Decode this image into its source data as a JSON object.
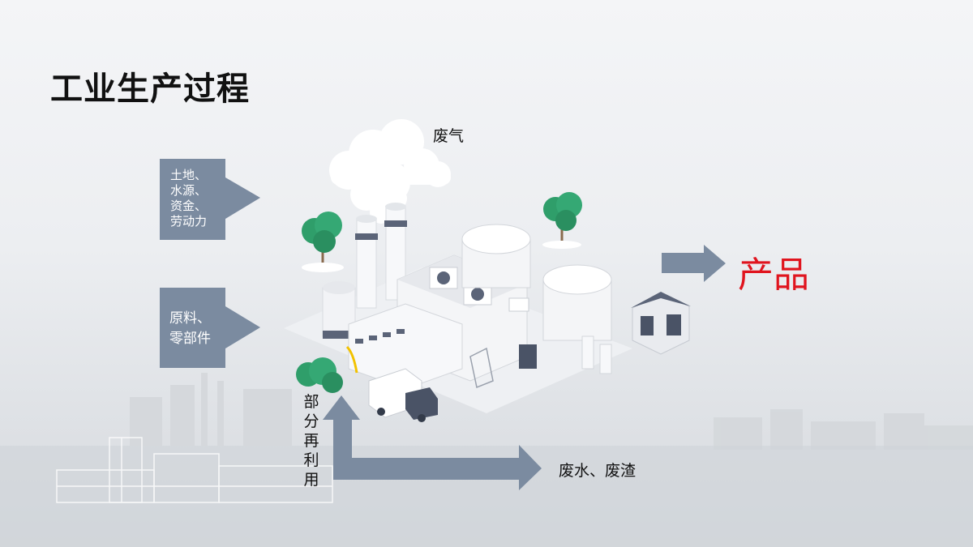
{
  "slide": {
    "title": "工业生产过程",
    "inputs": [
      {
        "lines": [
          "土地、",
          "水源、",
          "资金、",
          "劳动力"
        ]
      },
      {
        "lines": [
          "原料、",
          "零部件"
        ]
      }
    ],
    "waste_gas": "废气",
    "product": "产品",
    "waste_water_residue": "废水、废渣",
    "recycle_chars": [
      "部",
      "分",
      "再",
      "利",
      "用"
    ]
  },
  "colors": {
    "arrow_box": "#7b8ba0",
    "product_text": "#e0141e",
    "tree_green": "#2f9e6a"
  }
}
